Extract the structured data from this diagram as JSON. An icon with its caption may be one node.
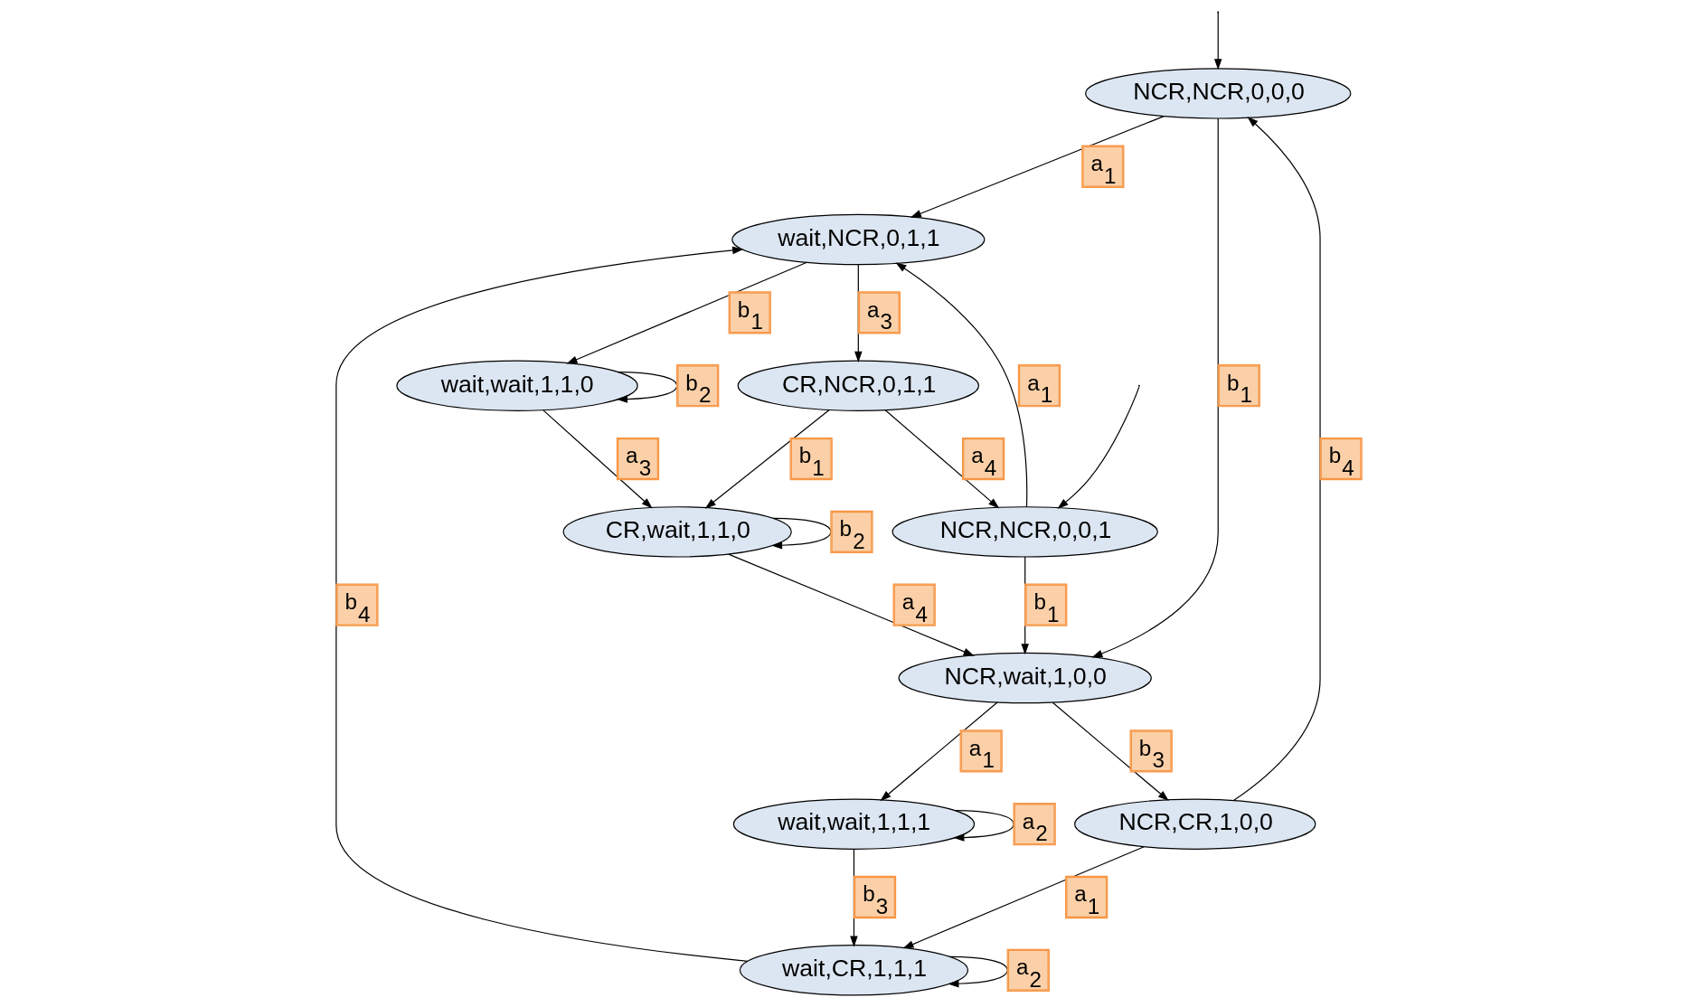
{
  "diagram": {
    "nodes": [
      {
        "text": [
          "NCR,NCR,0,0,0"
        ]
      },
      {
        "text": [
          "NCR,NCR,0,0,1"
        ]
      },
      {
        "text": [
          "wait,NCR,0,1,1"
        ]
      },
      {
        "text": [
          "NCR,wait,1,0,0"
        ]
      },
      {
        "text": [
          "CR,NCR,0,1,1"
        ]
      },
      {
        "text": [
          "wait,wait,1,1,0"
        ]
      },
      {
        "text": [
          "NCR,CR,1,0,0"
        ]
      },
      {
        "text": [
          "wait,wait,1,1,1"
        ]
      },
      {
        "text": [
          "CR,wait,1,1,0"
        ]
      },
      {
        "text": [
          "wait,CR,1,1,1"
        ]
      }
    ],
    "edges": [
      {
        "from": null,
        "to": 0,
        "arrow": "to"
      },
      {
        "from": null,
        "to": 1,
        "arrow": "to"
      },
      {
        "from": 0,
        "to": 2,
        "arrow": "to",
        "label": "a$_{1}$"
      },
      {
        "from": 0,
        "to": 3,
        "arrow": "to",
        "label": "b$_{1}$"
      },
      {
        "from": 1,
        "to": 2,
        "arrow": "to",
        "label": "a$_{1}$"
      },
      {
        "from": 1,
        "to": 3,
        "arrow": "to",
        "label": "b$_{1}$"
      },
      {
        "from": 2,
        "to": 4,
        "arrow": "to",
        "label": "a$_{3}$"
      },
      {
        "from": 2,
        "to": 5,
        "arrow": "to",
        "label": "b$_{1}$"
      },
      {
        "from": 3,
        "to": 7,
        "arrow": "to",
        "label": "a$_{1}$"
      },
      {
        "from": 3,
        "to": 6,
        "arrow": "to",
        "label": "b$_{3}$"
      },
      {
        "from": 4,
        "to": 1,
        "arrow": "to",
        "label": "a$_{4}$"
      },
      {
        "from": 4,
        "to": 8,
        "arrow": "to",
        "label": "b$_{1}$"
      },
      {
        "from": 5,
        "to": 8,
        "arrow": "to",
        "label": "a$_{3}$"
      },
      {
        "from": 5,
        "to": 5,
        "arrow": "to",
        "label": "b$_{2}$"
      },
      {
        "from": 6,
        "to": 0,
        "arrow": "to",
        "label": "b$_{4}$"
      },
      {
        "from": 6,
        "to": 9,
        "arrow": "to",
        "label": "a$_{1}$"
      },
      {
        "from": 7,
        "to": 7,
        "arrow": "to",
        "label": "a$_{2}$"
      },
      {
        "from": 7,
        "to": 9,
        "arrow": "to",
        "label": "b$_{3}$"
      },
      {
        "from": 8,
        "to": 8,
        "arrow": "to",
        "label": "b$_{2}$"
      },
      {
        "from": 8,
        "to": 3,
        "arrow": "to",
        "label": "a$_{4}$"
      },
      {
        "from": 9,
        "to": 9,
        "arrow": "to",
        "label": "a$_{2}$"
      },
      {
        "from": 9,
        "to": 2,
        "arrow": "to",
        "label": "b$_{4}$"
      }
    ]
  }
}
